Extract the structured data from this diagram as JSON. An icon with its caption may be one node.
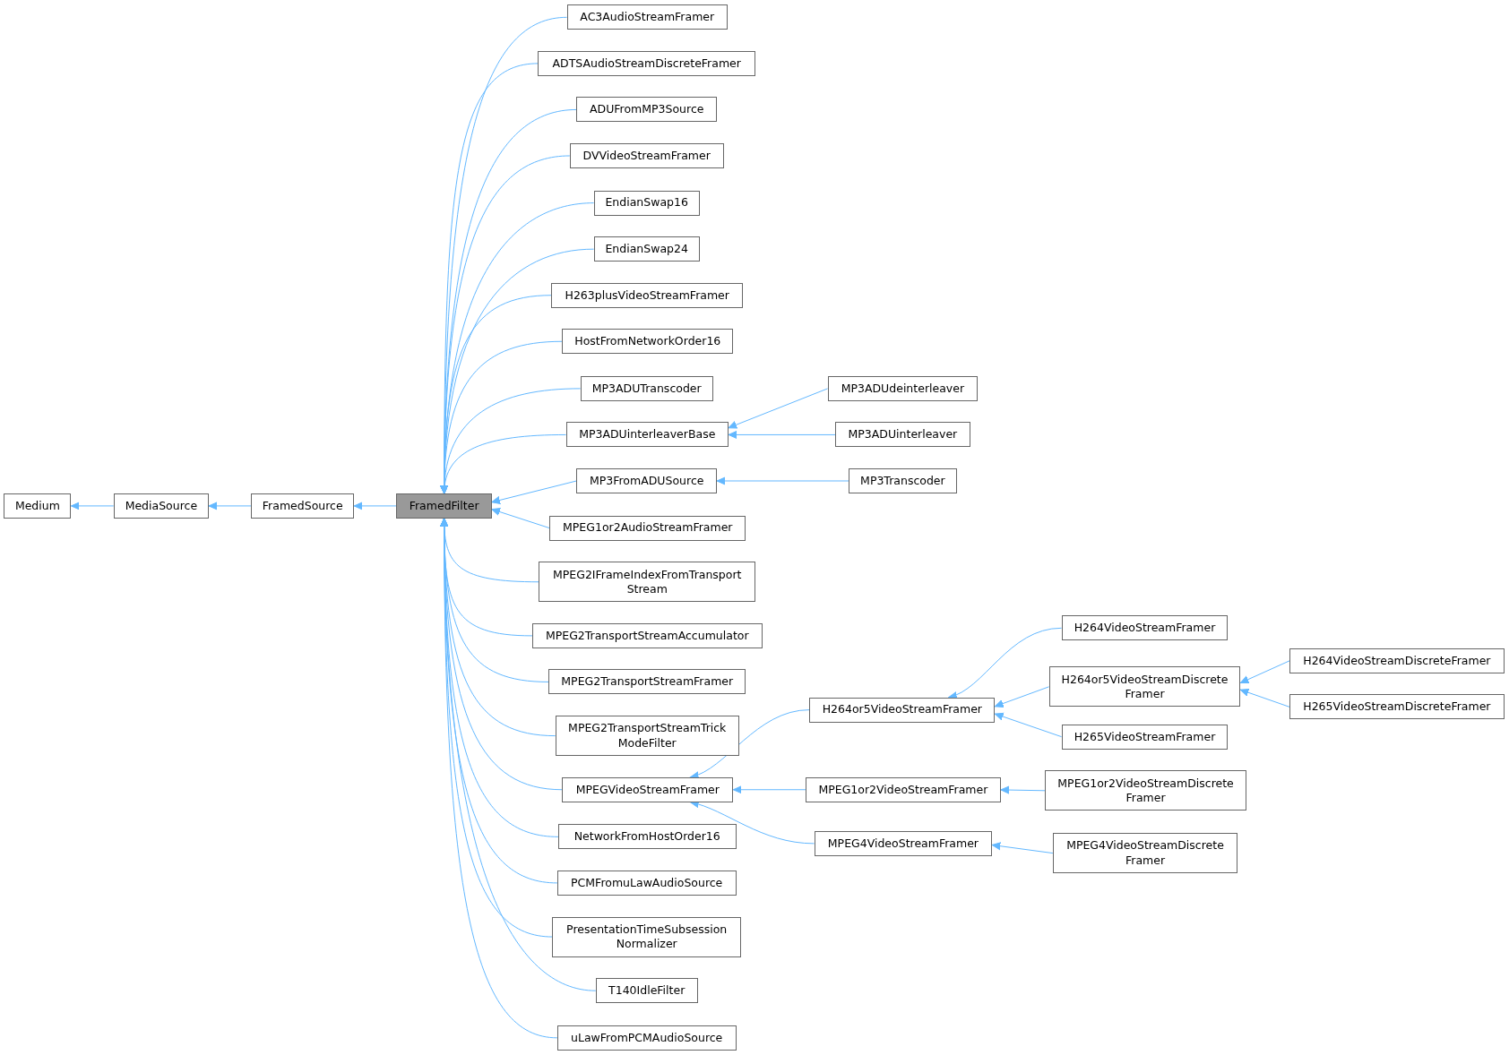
{
  "diagram": {
    "nodes": [
      {
        "text": [
          "Medium"
        ]
      },
      {
        "text": [
          "MediaSource"
        ]
      },
      {
        "text": [
          "FramedSource"
        ]
      },
      {
        "text": [
          "FramedFilter"
        ]
      },
      {
        "text": [
          "AC3AudioStreamFramer"
        ]
      },
      {
        "text": [
          "ADTSAudioStreamDiscreteFramer"
        ]
      },
      {
        "text": [
          "ADUFromMP3Source"
        ]
      },
      {
        "text": [
          "DVVideoStreamFramer"
        ]
      },
      {
        "text": [
          "EndianSwap16"
        ]
      },
      {
        "text": [
          "EndianSwap24"
        ]
      },
      {
        "text": [
          "H263plusVideoStreamFramer"
        ]
      },
      {
        "text": [
          "HostFromNetworkOrder16"
        ]
      },
      {
        "text": [
          "MP3ADUTranscoder"
        ]
      },
      {
        "text": [
          "MP3ADUinterleaverBase"
        ]
      },
      {
        "text": [
          "MP3ADUdeinterleaver"
        ]
      },
      {
        "text": [
          "MP3ADUinterleaver"
        ]
      },
      {
        "text": [
          "MP3FromADUSource"
        ]
      },
      {
        "text": [
          "MP3Transcoder"
        ]
      },
      {
        "text": [
          "MPEG1or2AudioStreamFramer"
        ]
      },
      {
        "text": [
          "MPEG2IFrameIndexFromTransport Stream"
        ]
      },
      {
        "text": [
          "MPEG2TransportStreamAccumulator"
        ]
      },
      {
        "text": [
          "MPEG2TransportStreamFramer"
        ]
      },
      {
        "text": [
          "MPEG2TransportStreamTrick ModeFilter"
        ]
      },
      {
        "text": [
          "MPEGVideoStreamFramer"
        ]
      },
      {
        "text": [
          "H264or5VideoStreamFramer"
        ]
      },
      {
        "text": [
          "H264VideoStreamFramer"
        ]
      },
      {
        "text": [
          "H264or5VideoStreamDiscrete Framer"
        ]
      },
      {
        "text": [
          "H264VideoStreamDiscreteFramer"
        ]
      },
      {
        "text": [
          "H265VideoStreamDiscreteFramer"
        ]
      },
      {
        "text": [
          "H265VideoStreamFramer"
        ]
      },
      {
        "text": [
          "MPEG1or2VideoStreamFramer"
        ]
      },
      {
        "text": [
          "MPEG1or2VideoStreamDiscrete Framer"
        ]
      },
      {
        "text": [
          "MPEG4VideoStreamFramer"
        ]
      },
      {
        "text": [
          "MPEG4VideoStreamDiscrete Framer"
        ]
      },
      {
        "text": [
          "NetworkFromHostOrder16"
        ]
      },
      {
        "text": [
          "PCMFromuLawAudioSource"
        ]
      },
      {
        "text": [
          "PresentationTimeSubsession Normalizer"
        ]
      },
      {
        "text": [
          "T140IdleFilter"
        ]
      },
      {
        "text": [
          "uLawFromPCMAudioSource"
        ]
      }
    ],
    "edges": [
      {
        "from": 1,
        "to": 0,
        "arrow": "to"
      },
      {
        "from": 2,
        "to": 1,
        "arrow": "to"
      },
      {
        "from": 3,
        "to": 2,
        "arrow": "to"
      },
      {
        "from": 4,
        "to": 3,
        "arrow": "to"
      },
      {
        "from": 5,
        "to": 3,
        "arrow": "to"
      },
      {
        "from": 6,
        "to": 3,
        "arrow": "to"
      },
      {
        "from": 7,
        "to": 3,
        "arrow": "to"
      },
      {
        "from": 8,
        "to": 3,
        "arrow": "to"
      },
      {
        "from": 9,
        "to": 3,
        "arrow": "to"
      },
      {
        "from": 10,
        "to": 3,
        "arrow": "to"
      },
      {
        "from": 11,
        "to": 3,
        "arrow": "to"
      },
      {
        "from": 12,
        "to": 3,
        "arrow": "to"
      },
      {
        "from": 13,
        "to": 3,
        "arrow": "to"
      },
      {
        "from": 14,
        "to": 13,
        "arrow": "to"
      },
      {
        "from": 15,
        "to": 13,
        "arrow": "to"
      },
      {
        "from": 16,
        "to": 3,
        "arrow": "to"
      },
      {
        "from": 17,
        "to": 16,
        "arrow": "to"
      },
      {
        "from": 18,
        "to": 3,
        "arrow": "to"
      },
      {
        "from": 19,
        "to": 3,
        "arrow": "to"
      },
      {
        "from": 20,
        "to": 3,
        "arrow": "to"
      },
      {
        "from": 21,
        "to": 3,
        "arrow": "to"
      },
      {
        "from": 22,
        "to": 3,
        "arrow": "to"
      },
      {
        "from": 23,
        "to": 3,
        "arrow": "to"
      },
      {
        "from": 24,
        "to": 23,
        "arrow": "to"
      },
      {
        "from": 25,
        "to": 24,
        "arrow": "to"
      },
      {
        "from": 26,
        "to": 24,
        "arrow": "to"
      },
      {
        "from": 27,
        "to": 26,
        "arrow": "to"
      },
      {
        "from": 28,
        "to": 26,
        "arrow": "to"
      },
      {
        "from": 29,
        "to": 24,
        "arrow": "to"
      },
      {
        "from": 30,
        "to": 23,
        "arrow": "to"
      },
      {
        "from": 31,
        "to": 30,
        "arrow": "to"
      },
      {
        "from": 32,
        "to": 23,
        "arrow": "to"
      },
      {
        "from": 33,
        "to": 32,
        "arrow": "to"
      },
      {
        "from": 34,
        "to": 3,
        "arrow": "to"
      },
      {
        "from": 35,
        "to": 3,
        "arrow": "to"
      },
      {
        "from": 36,
        "to": 3,
        "arrow": "to"
      },
      {
        "from": 37,
        "to": 3,
        "arrow": "to"
      },
      {
        "from": 38,
        "to": 3,
        "arrow": "to"
      }
    ]
  }
}
